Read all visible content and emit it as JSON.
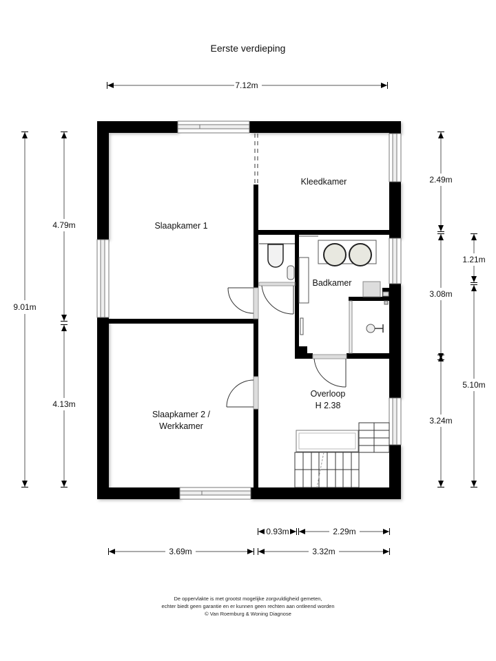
{
  "title": "Eerste verdieping",
  "rooms": {
    "slaapkamer1": "Slaapkamer 1",
    "kleedkamer": "Kleedkamer",
    "badkamer": "Badkamer",
    "slaapkamer2_line1": "Slaapkamer 2 /",
    "slaapkamer2_line2": "Werkkamer",
    "overloop": "Overloop",
    "overloop_height": "H 2.38"
  },
  "dimensions": {
    "top_width": "7.12m",
    "left_total": "9.01m",
    "left_upper": "4.79m",
    "left_lower": "4.13m",
    "right_kleedkamer": "2.49m",
    "right_badkamer": "3.08m",
    "right_overloop": "3.24m",
    "right_inner_upper": "1.21m",
    "right_inner_lower": "5.10m",
    "bottom_small": "0.93m",
    "bottom_right_upper": "2.29m",
    "bottom_left": "3.69m",
    "bottom_right": "3.32m"
  },
  "footer": {
    "line1": "De oppervlakte is met grootst mogelijke zorgvuldigheid gemeten,",
    "line2": "echter biedt geen garantie en er kunnen geen rechten aan ontleend worden",
    "line3": "© Van Roemburg & Woning Diagnose"
  },
  "colors": {
    "wall": "#000000",
    "background": "#ffffff",
    "dimension_line": "#555555"
  }
}
